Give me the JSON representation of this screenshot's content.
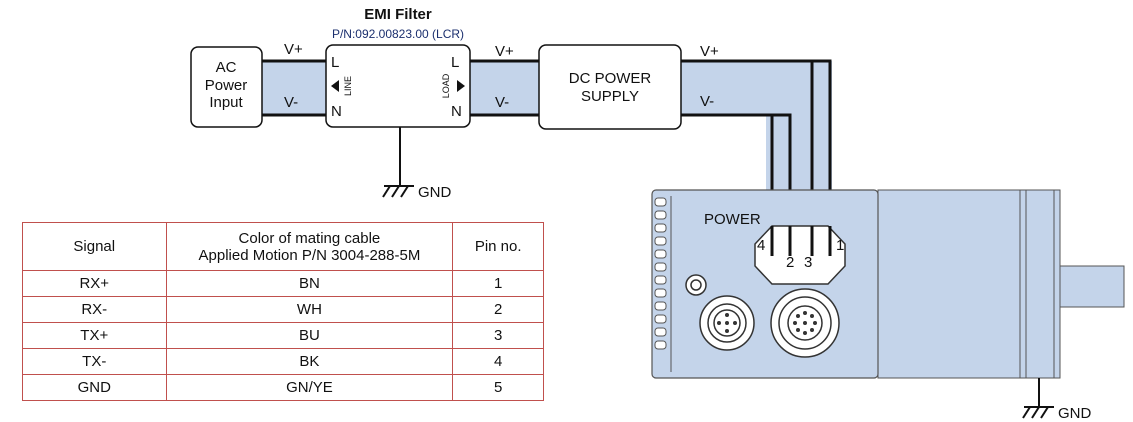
{
  "emi_filter": {
    "title": "EMI Filter",
    "part_number": "P/N:092.00823.00 (LCR)",
    "left_terminal_top": "L",
    "left_terminal_bottom": "N",
    "right_terminal_top": "L",
    "right_terminal_bottom": "N",
    "line_label": "LINE",
    "load_label": "LOAD"
  },
  "ac_input": {
    "line1": "AC",
    "line2": "Power",
    "line3": "Input"
  },
  "dc_supply": {
    "line1": "DC POWER",
    "line2": "SUPPLY"
  },
  "wires": {
    "ac_vplus": "V+",
    "ac_vminus": "V-",
    "filter_vplus": "V+",
    "filter_vminus": "V-",
    "out_vplus": "V+",
    "out_vminus": "V-"
  },
  "grounds": {
    "filter_gnd": "GND",
    "motor_gnd": "GND"
  },
  "motor": {
    "power_label": "POWER",
    "pin1": "1",
    "pin2": "2",
    "pin3": "3",
    "pin4": "4"
  },
  "table": {
    "headers": {
      "signal": "Signal",
      "color_line1": "Color of mating cable",
      "color_line2": "Applied Motion P/N 3004-288-5M",
      "pin": "Pin no."
    },
    "rows": [
      {
        "signal": "RX+",
        "color": "BN",
        "pin": "1"
      },
      {
        "signal": "RX-",
        "color": "WH",
        "pin": "2"
      },
      {
        "signal": "TX+",
        "color": "BU",
        "pin": "3"
      },
      {
        "signal": "TX-",
        "color": "BK",
        "pin": "4"
      },
      {
        "signal": "GND",
        "color": "GN/YE",
        "pin": "5"
      }
    ]
  },
  "colors": {
    "wire_band": "#c4d4ea",
    "motor_body": "#c4d4ea",
    "table_border": "#c0504d",
    "part_number_text": "#1b2f6e"
  }
}
